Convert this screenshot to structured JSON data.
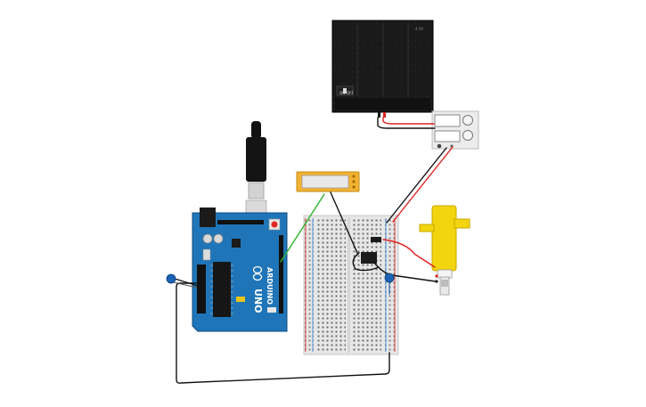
{
  "arduino": {
    "model": "UNO",
    "brand": "ARDUINO",
    "icon": "arduino-infinity-icon"
  },
  "battery": {
    "switch_on": "ON",
    "switch_off": "OFF",
    "spec": "4.5V"
  },
  "colors": {
    "arduino": "#1f75b8",
    "breadboard": "#e7e7e7",
    "battery": "#1a1a1a",
    "motor": "#f2d40f",
    "wire_red": "#e02020",
    "wire_black": "#111111",
    "wire_green": "#2bb52b",
    "lcd_frame": "#f2b233",
    "capacitor": "#1c62b5"
  }
}
